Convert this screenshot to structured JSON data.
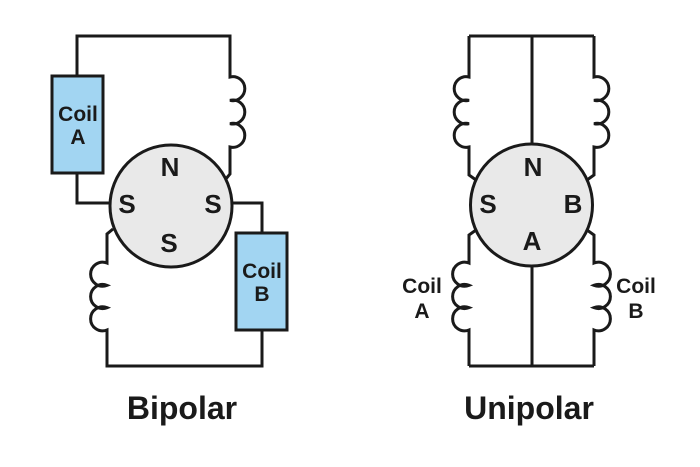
{
  "colors": {
    "background": "#ffffff",
    "wire": "#1a1a1a",
    "text": "#1a1a1a",
    "coil_box_fill": "#a2d5f2",
    "rotor_fill": "#e9e9e9"
  },
  "bipolar": {
    "caption": "Bipolar",
    "coil_a_box": {
      "line1": "Coil",
      "line2": "A"
    },
    "coil_b_box": {
      "line1": "Coil",
      "line2": "B"
    },
    "rotor_poles": {
      "top": "N",
      "left": "S",
      "right": "S",
      "bottom": "S"
    }
  },
  "unipolar": {
    "caption": "Unipolar",
    "coil_a_label": {
      "line1": "Coil",
      "line2": "A"
    },
    "coil_b_label": {
      "line1": "Coil",
      "line2": "B"
    },
    "rotor_poles": {
      "top": "N",
      "left": "S",
      "right": "B",
      "bottom": "A"
    }
  }
}
